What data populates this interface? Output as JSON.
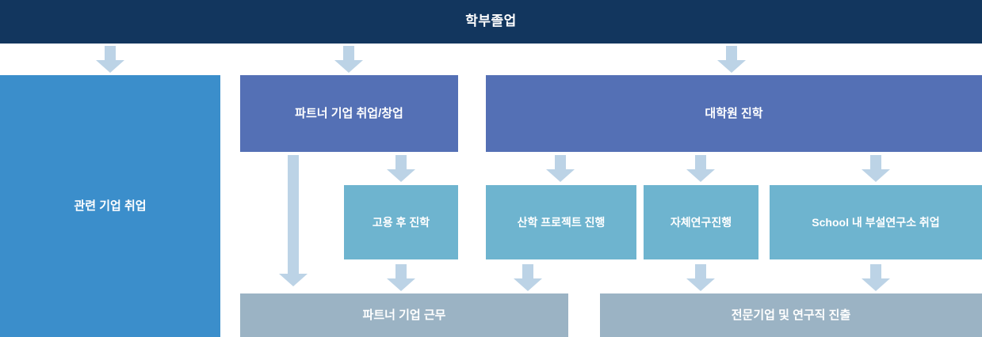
{
  "diagram": {
    "title": "학부졸업",
    "colors": {
      "header": "#12365e",
      "level1": "#5470b5",
      "level1_left": "#3b8ecb",
      "level2": "#6eb4cf",
      "level3": "#9bb3c4",
      "arrow": "#bcd3e6",
      "background": "#ffffff"
    },
    "nodes": {
      "header": "학부졸업",
      "related_company": "관련 기업 취업",
      "partner_company": "파트너 기업 취업/창업",
      "grad_school": "대학원 진학",
      "employ_then_study": "고용 후 진학",
      "industry_project": "산학 프로젝트 진행",
      "own_research": "자체연구진행",
      "school_institute": "School 내 부설연구소 취업",
      "partner_work": "파트너 기업 근무",
      "professional_research": "전문기업 및 연구직 진출"
    }
  }
}
